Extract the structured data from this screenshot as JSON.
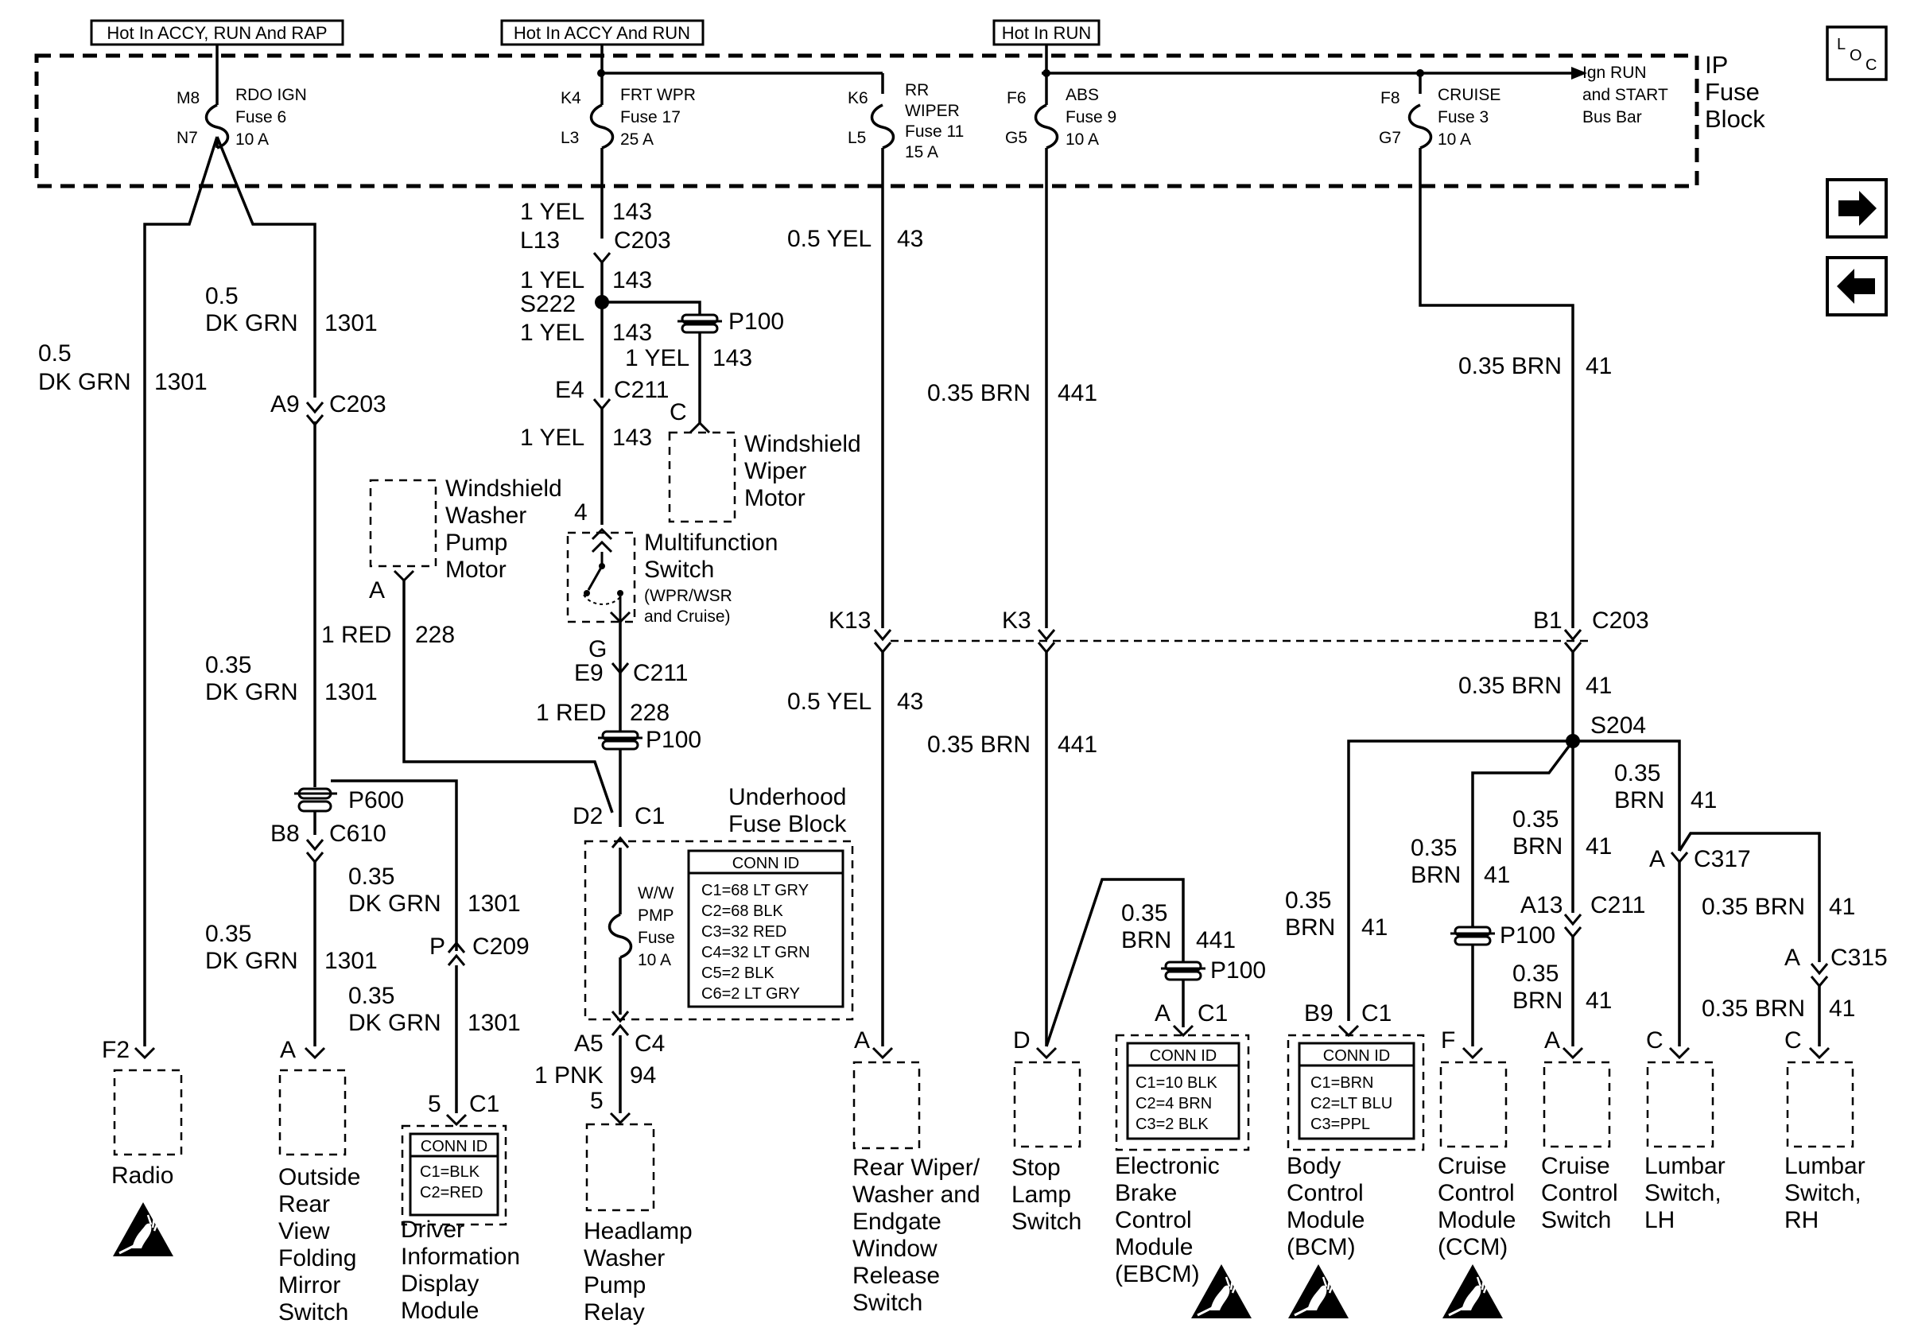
{
  "headers": {
    "h1": "Hot In ACCY, RUN And RAP",
    "h2": "Hot In ACCY And RUN",
    "h3": "Hot In RUN"
  },
  "ip_fuse_block": {
    "l1": "IP",
    "l2": "Fuse",
    "l3": "Block"
  },
  "bus_bar": {
    "l1": "Ign RUN",
    "l2": "and START",
    "l3": "Bus Bar"
  },
  "nav": {
    "loc_icon": "loc-icon",
    "next_icon": "arrow-right-icon",
    "prev_icon": "arrow-left-icon"
  },
  "fuses": {
    "rdo": {
      "pin_top": "M8",
      "pin_bot": "N7",
      "name": "RDO IGN",
      "fuse": "Fuse 6",
      "amp": "10 A"
    },
    "wpr": {
      "pin_top": "K4",
      "pin_bot": "L3",
      "name": "FRT WPR",
      "fuse": "Fuse 17",
      "amp": "25 A"
    },
    "rrw": {
      "pin_top": "K6",
      "pin_bot": "L5",
      "name1": "RR",
      "name2": "WIPER",
      "fuse": "Fuse 11",
      "amp": "15 A"
    },
    "abs": {
      "pin_top": "F6",
      "pin_bot": "G5",
      "name": "ABS",
      "fuse": "Fuse 9",
      "amp": "10 A"
    },
    "cru": {
      "pin_top": "F8",
      "pin_bot": "G7",
      "name": "CRUISE",
      "fuse": "Fuse 3",
      "amp": "10 A"
    },
    "ww": {
      "l1": "W/W",
      "l2": "PMP",
      "l3": "Fuse",
      "l4": "10 A"
    }
  },
  "wires": {
    "yel_1": "1 YEL",
    "n143": "143",
    "yel_05": "0.5 YEL",
    "n43": "43",
    "red_1": "1 RED",
    "n228": "228",
    "pnk_1": "1 PNK",
    "n94": "94",
    "dkgrn_05a": "0.5",
    "dkgrn_05b": "DK GRN",
    "n1301": "1301",
    "dkgrn_035a": "0.35",
    "dkgrn_035b": "DK GRN",
    "brn_035": "0.35 BRN",
    "n441": "441",
    "n41": "41",
    "brn_a": "0.35",
    "brn_b": "BRN"
  },
  "connectors": {
    "L13": "L13",
    "C203": "C203",
    "S222": "S222",
    "P100": "P100",
    "E4": "E4",
    "C211": "C211",
    "C": "C",
    "G": "G",
    "E9": "E9",
    "D2": "D2",
    "C1": "C1",
    "A5": "A5",
    "C4": "C4",
    "pin5": "5",
    "A9": "A9",
    "A": "A",
    "P600": "P600",
    "B8": "B8",
    "C610": "C610",
    "P": "P",
    "C209": "C209",
    "F2": "F2",
    "pin4": "4",
    "K13": "K13",
    "K3": "K3",
    "B1": "B1",
    "S204": "S204",
    "C317": "C317",
    "A13": "A13",
    "C315": "C315",
    "D": "D",
    "B9": "B9",
    "F": "F"
  },
  "components": {
    "washer_pump": {
      "l1": "Windshield",
      "l2": "Washer",
      "l3": "Pump",
      "l4": "Motor"
    },
    "wiper_motor": {
      "l1": "Windshield",
      "l2": "Wiper",
      "l3": "Motor"
    },
    "mfs": {
      "l1": "Multifunction",
      "l2": "Switch",
      "l3": "(WPR/WSR",
      "l4": "and Cruise)"
    },
    "underhood": {
      "l1": "Underhood",
      "l2": "Fuse Block"
    },
    "radio": {
      "l1": "Radio"
    },
    "mirror": {
      "l1": "Outside",
      "l2": "Rear",
      "l3": "View",
      "l4": "Folding",
      "l5": "Mirror",
      "l6": "Switch"
    },
    "dim": {
      "l1": "Driver",
      "l2": "Information",
      "l3": "Display",
      "l4": "Module"
    },
    "hlw": {
      "l1": "Headlamp",
      "l2": "Washer",
      "l3": "Pump",
      "l4": "Relay"
    },
    "rear_wiper": {
      "l1": "Rear Wiper/",
      "l2": "Washer and",
      "l3": "Endgate",
      "l4": "Window",
      "l5": "Release",
      "l6": "Switch"
    },
    "stop": {
      "l1": "Stop",
      "l2": "Lamp",
      "l3": "Switch"
    },
    "ebcm": {
      "l1": "Electronic",
      "l2": "Brake",
      "l3": "Control",
      "l4": "Module",
      "l5": "(EBCM)"
    },
    "bcm": {
      "l1": "Body",
      "l2": "Control",
      "l3": "Module",
      "l4": "(BCM)"
    },
    "ccm": {
      "l1": "Cruise",
      "l2": "Control",
      "l3": "Module",
      "l4": "(CCM)"
    },
    "ccs": {
      "l1": "Cruise",
      "l2": "Control",
      "l3": "Switch"
    },
    "lumbar_lh": {
      "l1": "Lumbar",
      "l2": "Switch,",
      "l3": "LH"
    },
    "lumbar_rh": {
      "l1": "Lumbar",
      "l2": "Switch,",
      "l3": "RH"
    }
  },
  "conn_ids": {
    "title": "CONN ID",
    "underhood": [
      "C1=68 LT GRY",
      "C2=68 BLK",
      "C3=32 RED",
      "C4=32 LT GRN",
      "C5=2 BLK",
      "C6=2 LT GRY"
    ],
    "dim": [
      "C1=BLK",
      "C2=RED"
    ],
    "ebcm": [
      "C1=10 BLK",
      "C2=4 BRN",
      "C3=2 BLK"
    ],
    "bcm": [
      "C1=BRN",
      "C2=LT BLU",
      "C3=PPL"
    ]
  },
  "icons": [
    "esd-icon",
    "splice-icon",
    "fuse-icon",
    "connector-icon",
    "switch-icon"
  ]
}
